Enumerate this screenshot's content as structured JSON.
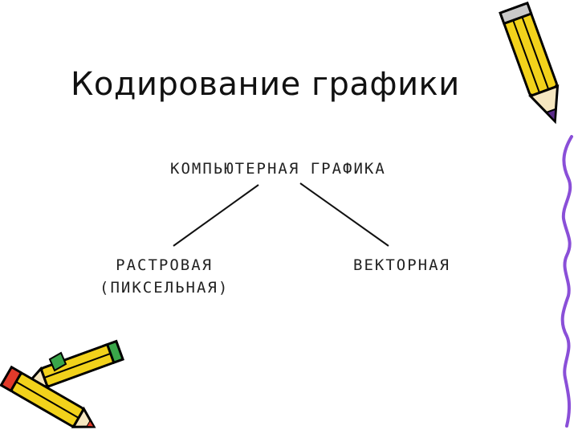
{
  "slide": {
    "title": "Кодирование графики"
  },
  "diagram": {
    "root": "КОМПЬЮТЕРНАЯ ГРАФИКА",
    "left": {
      "line1": "РАСТРОВАЯ",
      "line2": "(ПИКСЕЛЬНАЯ)"
    },
    "right": "ВЕКТОРНАЯ"
  },
  "decor": {
    "pencil_yellow": "#f2d21b",
    "pencil_outline": "#000000",
    "pencil_red": "#e23a2a",
    "pencil_green": "#3aa64a",
    "pencil_purple": "#8a4fd8",
    "icons": [
      "pencil-icon",
      "pencils-icon",
      "wavy-border-icon"
    ]
  }
}
